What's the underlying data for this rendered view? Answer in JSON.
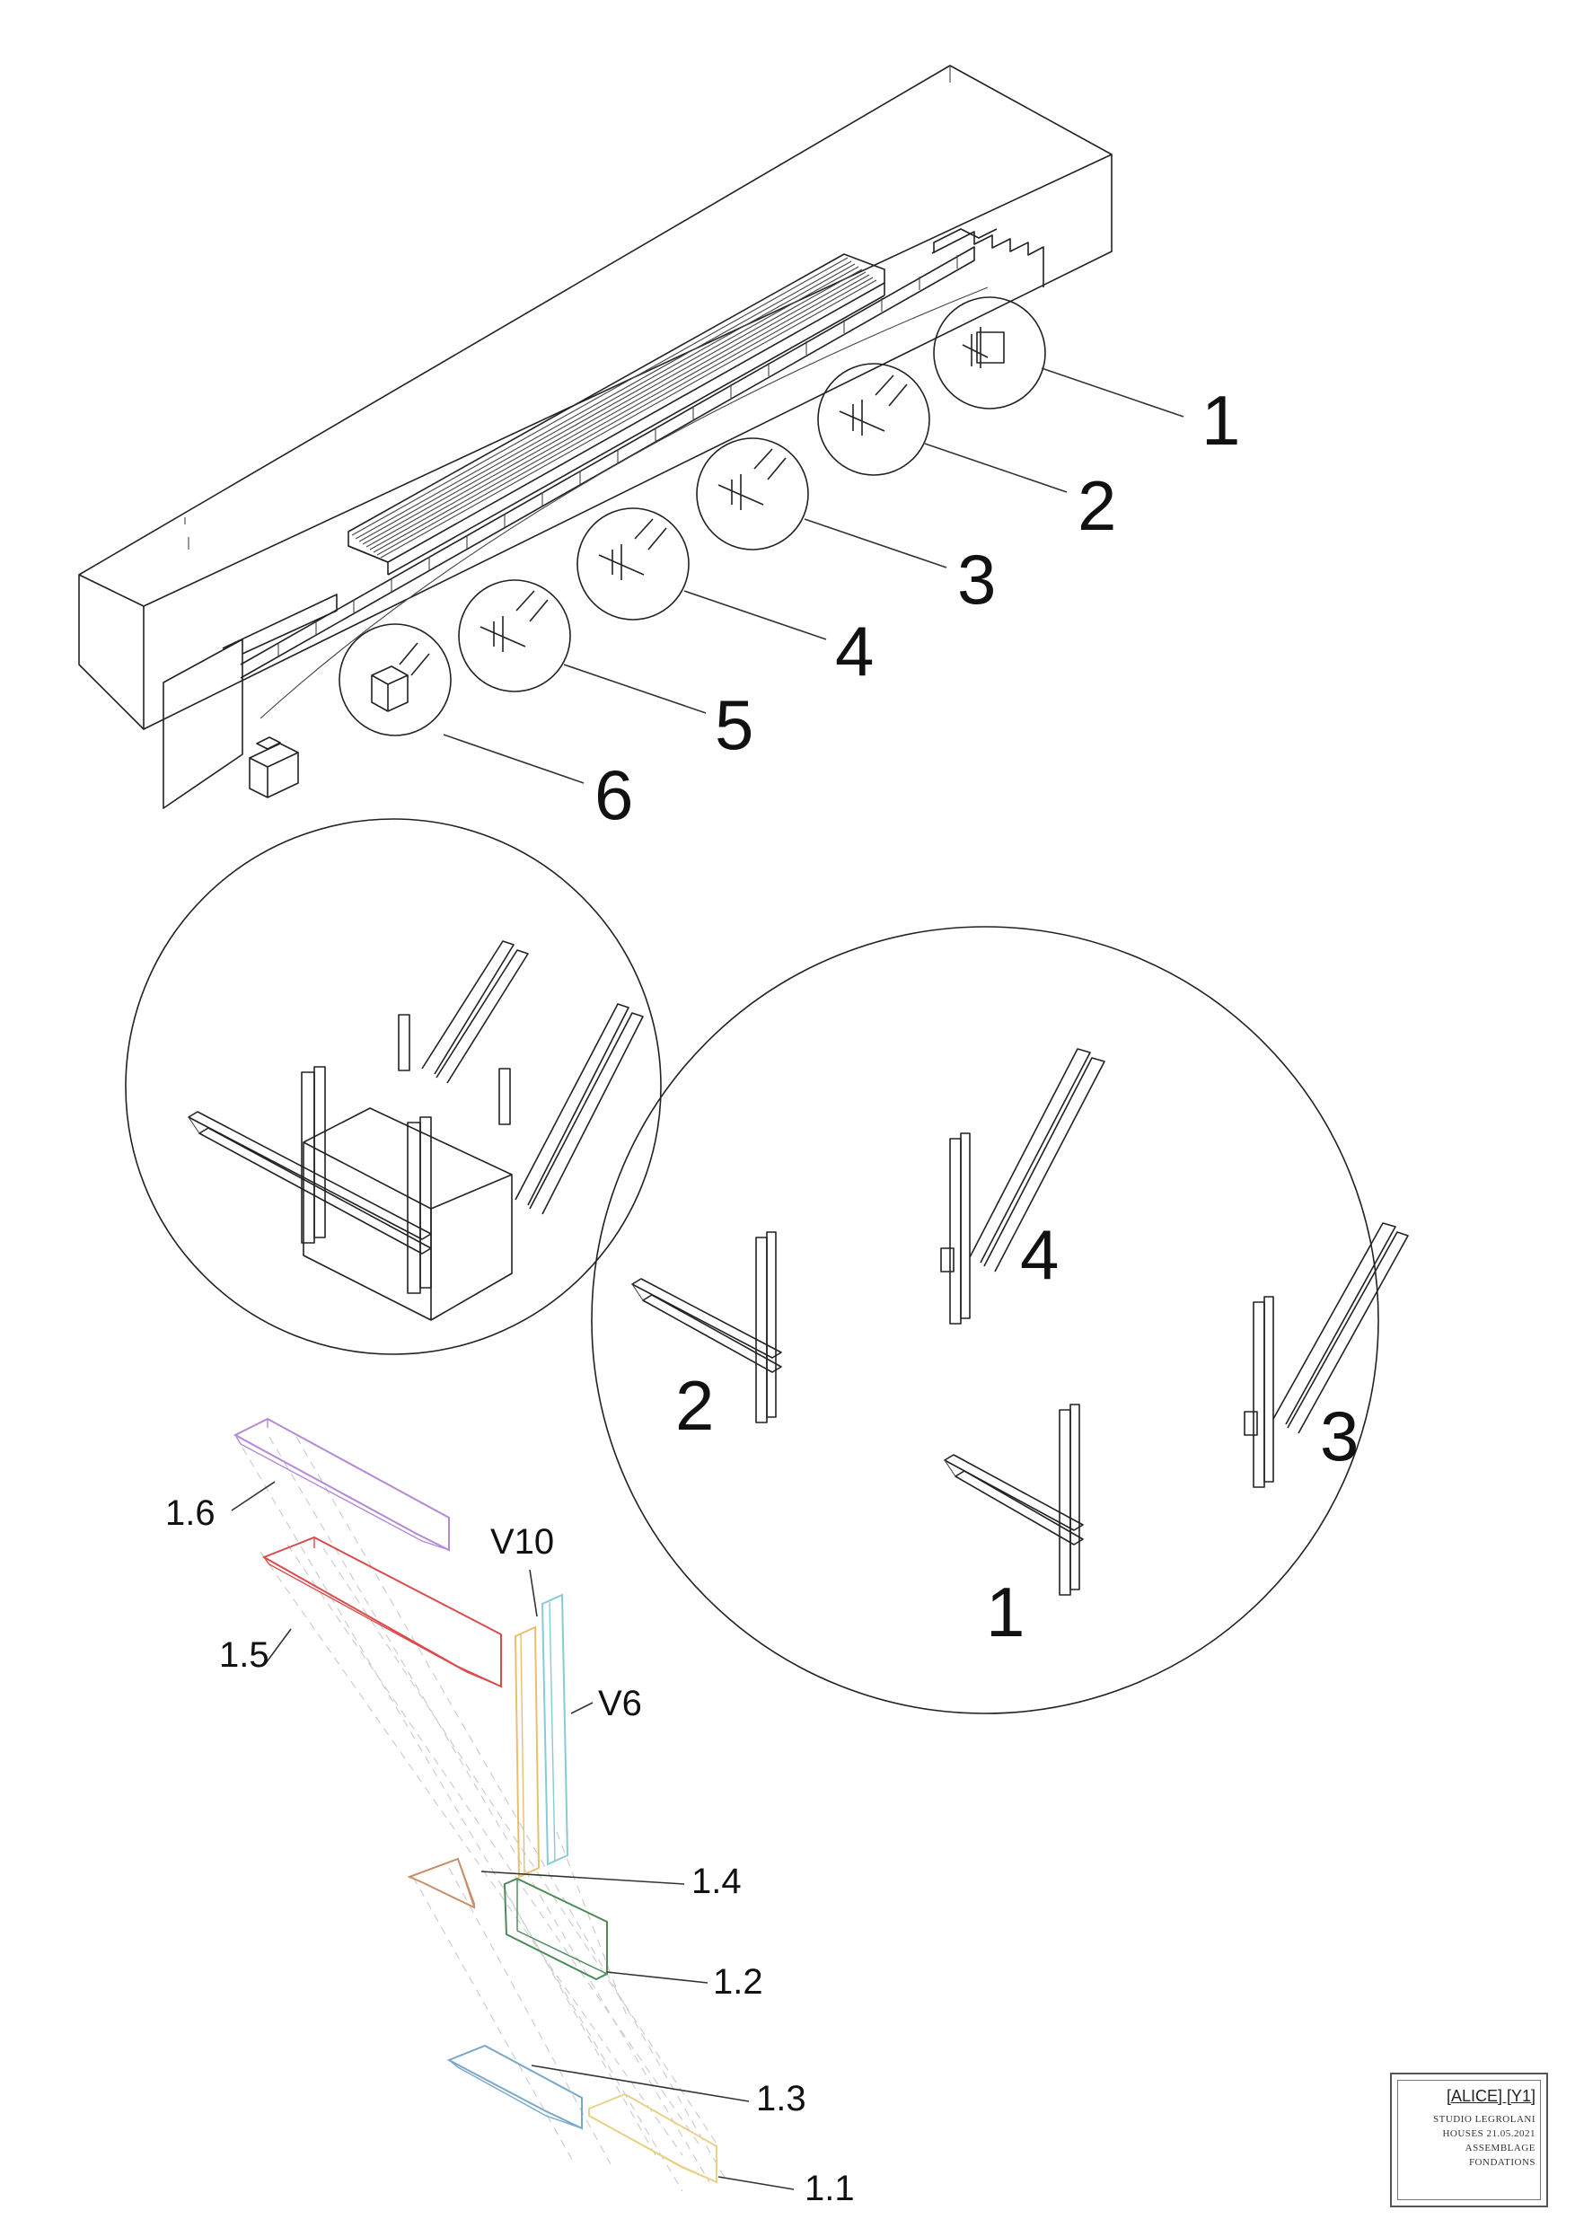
{
  "overview": {
    "detail_callouts": [
      "1",
      "2",
      "3",
      "4",
      "5",
      "6"
    ]
  },
  "detail_enlargement": {
    "piece_callouts": [
      "4",
      "2",
      "3",
      "1"
    ]
  },
  "exploded_parts": {
    "labels": [
      "1.6",
      "V10",
      "1.5",
      "V6",
      "1.4",
      "1.2",
      "1.3",
      "1.1"
    ],
    "colors": {
      "1.6": "#b48ad6",
      "1.5": "#d94c4c",
      "V10": "#e8c06c",
      "V6": "#86cbd4",
      "1.4": "#c98f6a",
      "1.2": "#4d8a58",
      "1.3": "#7aa8c8",
      "1.1": "#e8d28a"
    }
  },
  "title_block": {
    "title": "[ALICE] [Y1]",
    "studio": "STUDIO LEGROLANI",
    "project_date": "HOUSES 21.05.2021",
    "sheet": "ASSEMBLAGE",
    "subject": "FONDATIONS"
  }
}
